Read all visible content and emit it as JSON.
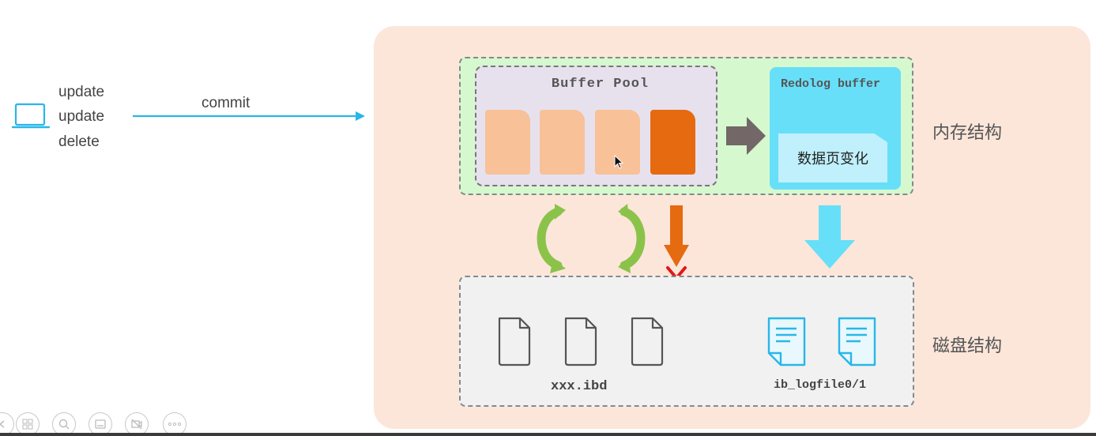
{
  "sql": {
    "lines": [
      "update",
      "update",
      "delete"
    ],
    "commit_label": "commit"
  },
  "memory": {
    "buffer_pool_title": "Buffer Pool",
    "redolog_title": "Redolog buffer",
    "redolog_item": "数据页变化",
    "section_label": "内存结构",
    "pages": [
      {
        "state": "clean",
        "color": "#f8c198"
      },
      {
        "state": "clean",
        "color": "#f8c198"
      },
      {
        "state": "clean",
        "color": "#f8c198"
      },
      {
        "state": "dirty",
        "color": "#e56a10"
      }
    ]
  },
  "disk": {
    "section_label": "磁盘结构",
    "data_files_label": "xxx.ibd",
    "log_files_label": "ib_logfile0/1"
  },
  "icons": {
    "client": "laptop-icon",
    "sync": "sync-arrows-icon",
    "flush_blocked": "blocked-cross-icon",
    "data_file": "file-icon",
    "log_file": "log-file-icon"
  },
  "colors": {
    "accent_blue": "#29b6e8",
    "panel_bg": "#fce6da",
    "memory_bg": "#d6f8cf",
    "buffer_pool_bg": "#e7e1ee",
    "redo_bg": "#67dff8",
    "clean_page": "#f8c198",
    "dirty_page": "#e56a10",
    "green_arrow": "#8bc34a",
    "cross_red": "#e01818",
    "grey_arrow": "#736767",
    "disk_bg": "#f1f1f1"
  }
}
